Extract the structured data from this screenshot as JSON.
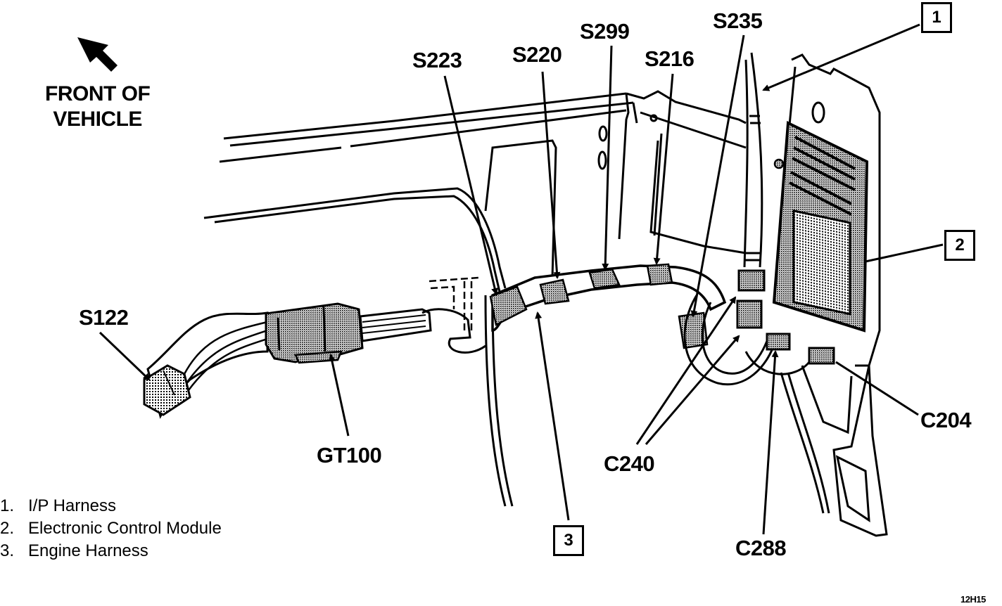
{
  "figure": {
    "orientation_label": [
      "FRONT OF",
      "VEHICLE"
    ],
    "figure_id": "12H15"
  },
  "callouts": {
    "s223": "S223",
    "s220": "S220",
    "s299": "S299",
    "s216": "S216",
    "s235": "S235",
    "s122": "S122",
    "gt100": "GT100",
    "c240": "C240",
    "c288": "C288",
    "c204": "C204"
  },
  "numbered_callouts": [
    "1",
    "2",
    "3"
  ],
  "legend": [
    {
      "num": "1.",
      "label": "I/P Harness"
    },
    {
      "num": "2.",
      "label": "Electronic Control Module"
    },
    {
      "num": "3.",
      "label": "Engine Harness"
    }
  ],
  "colors": {
    "ink": "#000000",
    "paper": "#ffffff"
  }
}
